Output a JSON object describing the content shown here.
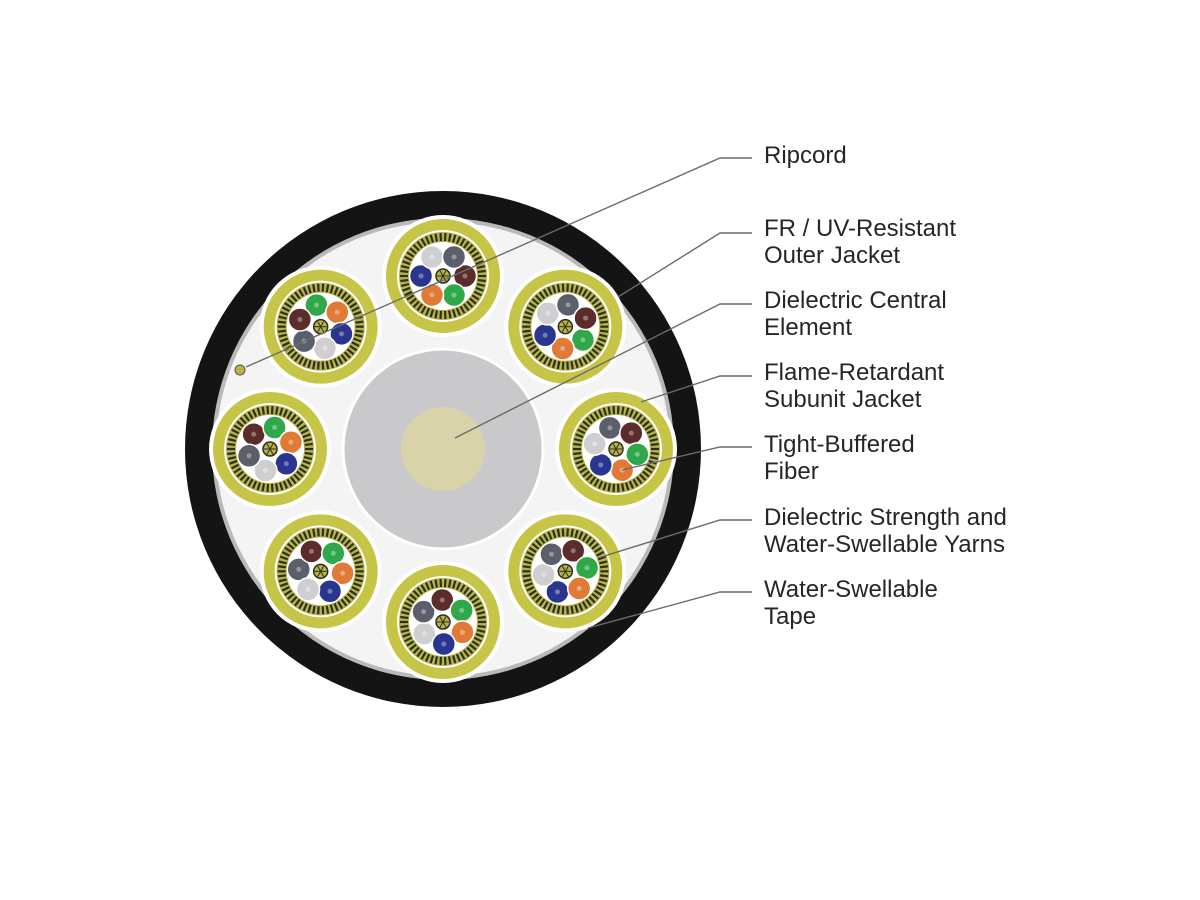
{
  "colors": {
    "outer_jacket": "#141414",
    "tape": "#b9b9b9",
    "interior": "#f4f4f4",
    "central_element": "#c9c9cc",
    "central_core": "#d8d3a8",
    "subunit_jacket": "#c6c548",
    "yarn_dark": "#2e2e1c",
    "yarn_light": "#b5b34a",
    "fiber_colors": [
      "#5b2c2a",
      "#2fa84a",
      "#e07a36",
      "#2a3590",
      "#cfcfd2",
      "#5a5f6b"
    ],
    "leader_line": "#6b6b6b",
    "label_text": "#262626"
  },
  "labels": [
    {
      "id": "ripcord",
      "lines": [
        "Ripcord"
      ]
    },
    {
      "id": "outer-jacket",
      "lines": [
        "FR / UV-Resistant",
        "Outer Jacket"
      ]
    },
    {
      "id": "central-element",
      "lines": [
        "Dielectric Central",
        "Element"
      ]
    },
    {
      "id": "subunit-jacket",
      "lines": [
        "Flame-Retardant",
        "Subunit Jacket"
      ]
    },
    {
      "id": "tight-buffered-fiber",
      "lines": [
        "Tight-Buffered",
        "Fiber"
      ]
    },
    {
      "id": "strength-yarns",
      "lines": [
        "Dielectric Strength and",
        "Water-Swellable Yarns"
      ]
    },
    {
      "id": "water-swellable-tape",
      "lines": [
        "Water-Swellable",
        "Tape"
      ]
    }
  ]
}
